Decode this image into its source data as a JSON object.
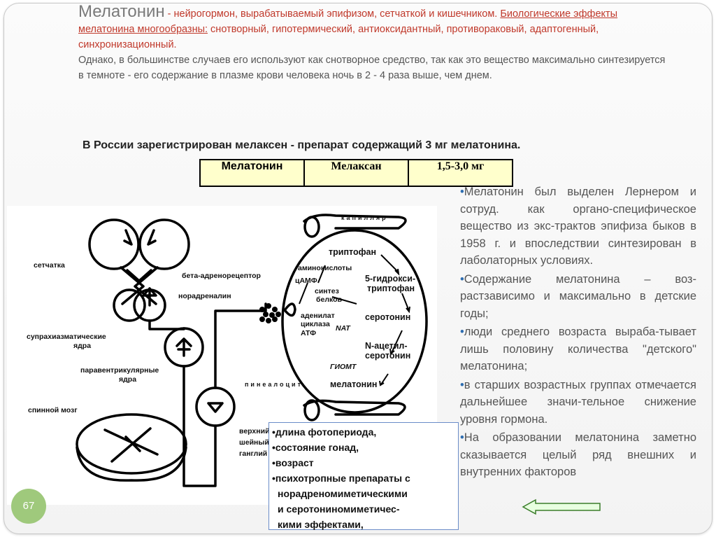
{
  "intro": {
    "title": "Мелатонин",
    "definition": " - нейрогормон, вырабатываемый эпифизом, сетчаткой и кишечником. ",
    "effects_label": "Биологические эффекты мелатонина многообразны:",
    "effects_list": " снотворный, гипотермический, антиоксидантный, противораковый, адаптогенный, синхронизационный.",
    "paragraph": "Однако, в большинстве случаев его используют как снотворное средство, так как это вещество максимально синтезируется в темноте - его содержание в плазме крови человека ночь в 2 - 4 раза выше, чем днем."
  },
  "russia_line": "В России зарегистрирован мелаксен - препарат содержащий 3 мг мелатонина.",
  "drug_table": {
    "c1": "Мелатонин",
    "c2": "Мелаксан",
    "c3": "1,5-3,0 мг"
  },
  "bullets": [
    "Мелатонин был выделен Лернером и сотруд. как органо-специфическое вещество из экс-трактов эпифиза быков в 1958 г. и впоследствии синтезирован в лаболаторных условиях.",
    "Содержание мелатонина – воз-растзависимо и максимально в детские годы;",
    "люди среднего возраста выраба-тывает лишь половину количества \"детского\" мелатонина;",
    "в старших возрастных группах отмечается дальнейшее значи-тельное снижение уровня гормона.",
    "На образовании мелатонина заметно сказывается целый ряд внешних и внутренних факторов"
  ],
  "bullet_marker": "•",
  "diagram": {
    "retina": "сетчатка",
    "supra1": "супрахиазматические",
    "supra2": "ядра",
    "para1": "паравентрикулярные",
    "para2": "ядра",
    "spinal": "спинной мозг",
    "beta": "бета-адренорецептор",
    "norad": "норадреналин",
    "capillary": "капилляр",
    "tryptophan": "триптофан",
    "amino": "аминокислоты",
    "camp": "цАМФ",
    "synth1": "синтез",
    "synth2": "белков",
    "hydroxy1": "5-гидрокси-",
    "hydroxy2": "триптофан",
    "adenyl1": "аденилат",
    "adenyl2": "циклаза",
    "atp": "АТФ",
    "serotonin": "серотонин",
    "nat": "NAT",
    "acetyl1": "N-ацетил-",
    "acetyl2": "серотонин",
    "hiomt": "ГИОМТ",
    "melatonin": "мелатонин",
    "pineal": "пинеалоцит",
    "ganglion1": "верхний",
    "ganglion2": "шейный",
    "ganglion3": "ганглий"
  },
  "factors": {
    "f1": "•длина фотопериода,",
    "f2": "•состояние гонад,",
    "f3": "•возраст",
    "f4": "•психотропные препараты с",
    "f4b": "норадреномиметическими",
    "f4c": "и серотониномиметичес-",
    "f4d": "кими эффектами,"
  },
  "page_number": "67",
  "colors": {
    "accent": "#2e6db0",
    "red": "#c0392b",
    "table_bg": "#ffffcc",
    "page_badge": "#9fc97c"
  }
}
